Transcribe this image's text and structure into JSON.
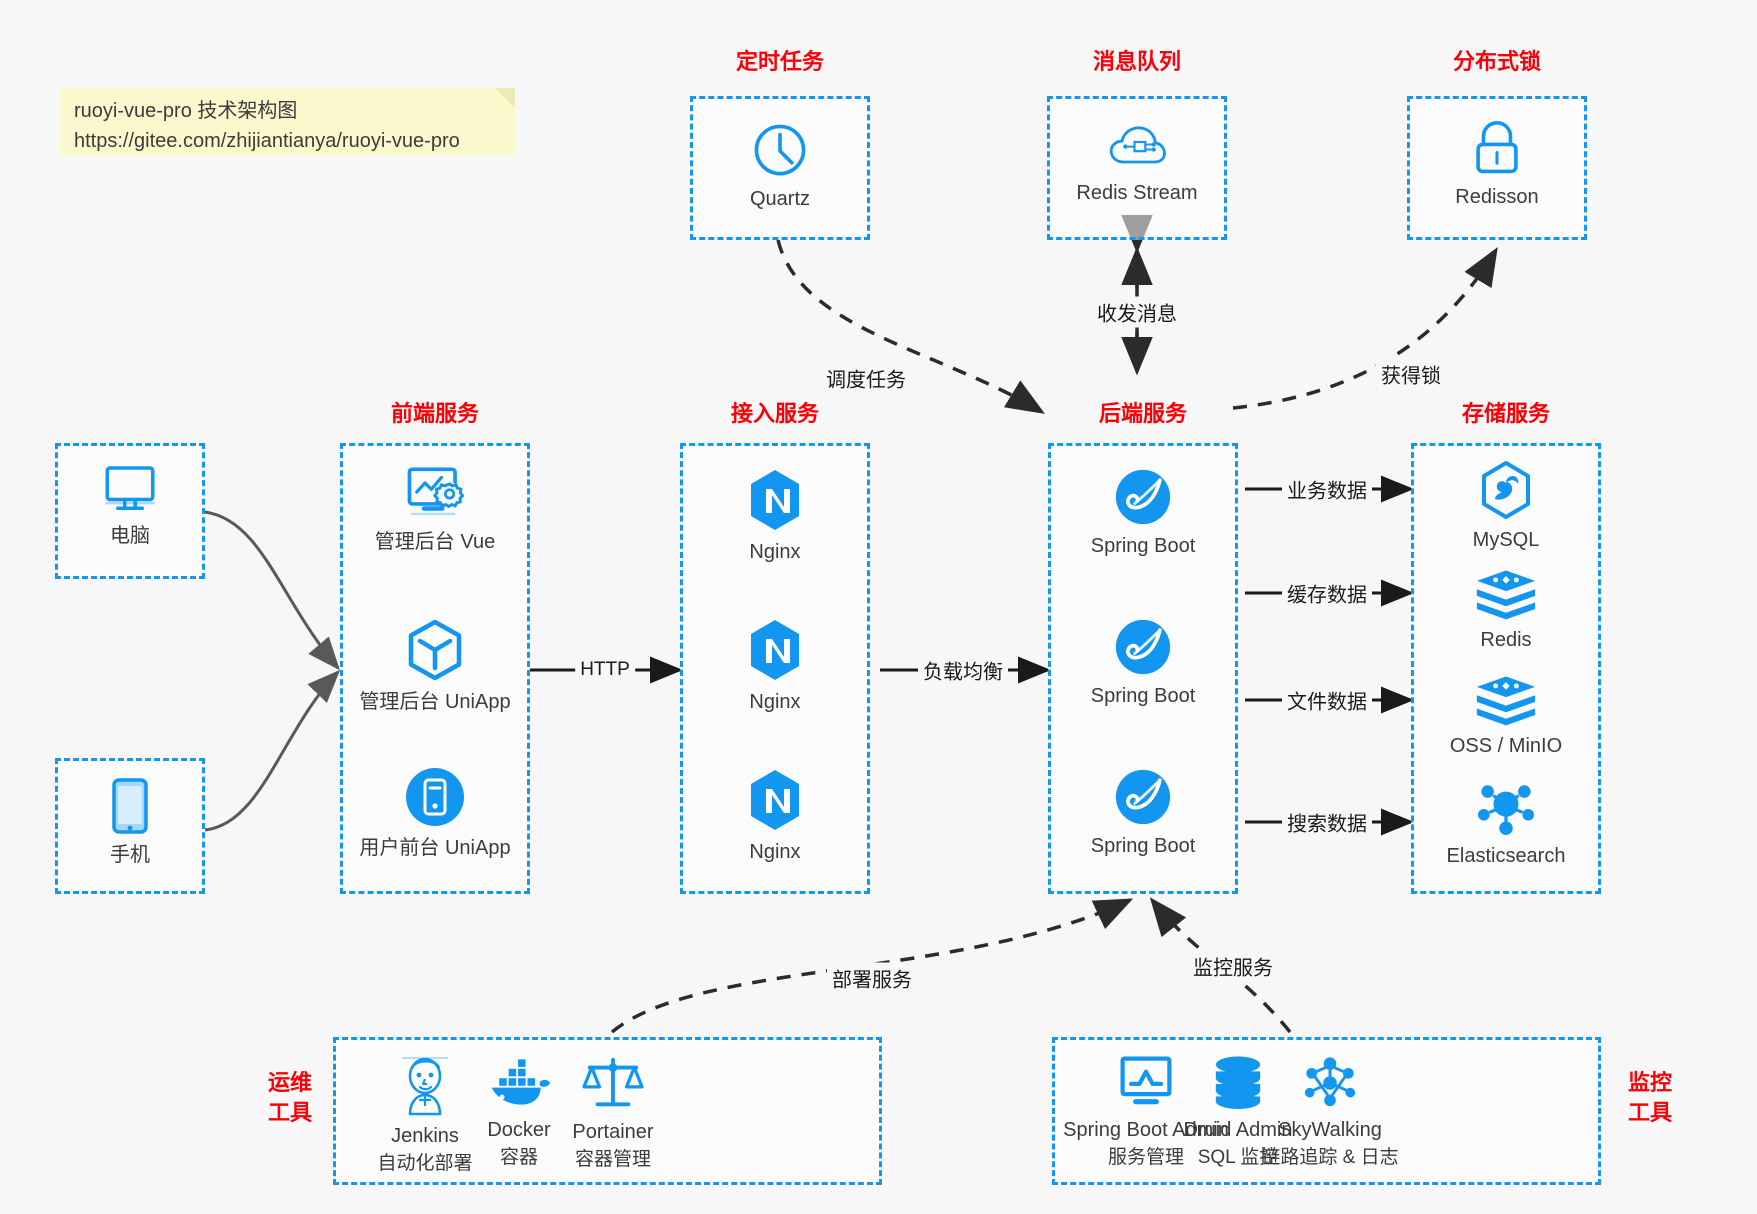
{
  "note": {
    "line1": "ruoyi-vue-pro 技术架构图",
    "line2": "https://gitee.com/zhijiantianya/ruoyi-vue-pro"
  },
  "colors": {
    "accent": "#1296f0",
    "title": "#fb0007",
    "text": "#3c3c3c",
    "edge": "#1a1a1a",
    "curve": "#595959",
    "note_bg": "#fcf8cd",
    "page_bg": "#f7f7f7"
  },
  "groups": {
    "scheduler": {
      "title": "定时任务",
      "items": [
        {
          "label": "Quartz",
          "icon": "clock-icon"
        }
      ]
    },
    "mq": {
      "title": "消息队列",
      "items": [
        {
          "label": "Redis Stream",
          "icon": "cloud-network-icon"
        }
      ]
    },
    "lock": {
      "title": "分布式锁",
      "items": [
        {
          "label": "Redisson",
          "icon": "padlock-icon"
        }
      ]
    },
    "clients": {
      "pc": {
        "label": "电脑",
        "icon": "desktop-monitor-icon"
      },
      "mobile": {
        "label": "手机",
        "icon": "smartphone-icon"
      }
    },
    "frontend": {
      "title": "前端服务",
      "items": [
        {
          "label": "管理后台 Vue",
          "icon": "dashboard-gear-icon"
        },
        {
          "label": "管理后台 UniApp",
          "icon": "cube-icon"
        },
        {
          "label": "用户前台 UniApp",
          "icon": "mobile-app-icon"
        }
      ]
    },
    "gateway": {
      "title": "接入服务",
      "items": [
        {
          "label": "Nginx",
          "icon": "nginx-icon"
        },
        {
          "label": "Nginx",
          "icon": "nginx-icon"
        },
        {
          "label": "Nginx",
          "icon": "nginx-icon"
        }
      ]
    },
    "backend": {
      "title": "后端服务",
      "items": [
        {
          "label": "Spring Boot",
          "icon": "spring-boot-icon"
        },
        {
          "label": "Spring Boot",
          "icon": "spring-boot-icon"
        },
        {
          "label": "Spring Boot",
          "icon": "spring-boot-icon"
        }
      ]
    },
    "storage": {
      "title": "存储服务",
      "items": [
        {
          "label": "MySQL",
          "icon": "mysql-icon"
        },
        {
          "label": "Redis",
          "icon": "redis-icon"
        },
        {
          "label": "OSS / MinIO",
          "icon": "redis-icon"
        },
        {
          "label": "Elasticsearch",
          "icon": "elasticsearch-icon"
        }
      ]
    },
    "devops": {
      "title": "运维\n工具",
      "title_line1": "运维",
      "title_line2": "工具",
      "items": [
        {
          "label": "Jenkins",
          "sub": "自动化部署",
          "icon": "jenkins-icon"
        },
        {
          "label": "Docker",
          "sub": "容器",
          "icon": "docker-icon"
        },
        {
          "label": "Portainer",
          "sub": "容器管理",
          "icon": "scales-icon"
        }
      ]
    },
    "monitor": {
      "title_line1": "监控",
      "title_line2": "工具",
      "items": [
        {
          "label": "Spring Boot Admin",
          "sub": "服务管理",
          "icon": "monitor-chart-icon"
        },
        {
          "label": "Druid Admin",
          "sub": "SQL 监控",
          "icon": "database-icon"
        },
        {
          "label": "SkyWalking",
          "sub": "链路追踪 & 日志",
          "icon": "network-nodes-icon"
        }
      ]
    }
  },
  "edges": [
    {
      "id": "http",
      "label": "HTTP"
    },
    {
      "id": "lb",
      "label": "负载均衡"
    },
    {
      "id": "schedule",
      "label": "调度任务"
    },
    {
      "id": "mq",
      "label": "收发消息"
    },
    {
      "id": "lock",
      "label": "获得锁"
    },
    {
      "id": "biz",
      "label": "业务数据"
    },
    {
      "id": "cache",
      "label": "缓存数据"
    },
    {
      "id": "file",
      "label": "文件数据"
    },
    {
      "id": "search",
      "label": "搜索数据"
    },
    {
      "id": "deploy",
      "label": "部署服务"
    },
    {
      "id": "monitor",
      "label": "监控服务"
    }
  ]
}
